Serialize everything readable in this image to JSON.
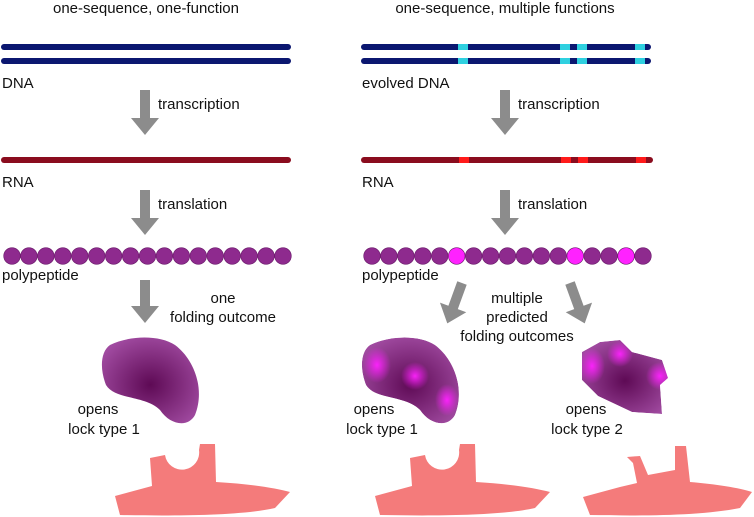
{
  "left": {
    "title": "one-sequence, one-function",
    "dna_label": "DNA",
    "transcription_label": "transcription",
    "rna_label": "RNA",
    "translation_label": "translation",
    "polypeptide_label": "polypeptide",
    "folding_line1": "one",
    "folding_line2": "folding outcome",
    "protein_line1": "opens",
    "protein_line2": "lock type 1",
    "bead_count": 17,
    "highlight_beads": []
  },
  "right": {
    "title": "one-sequence, multiple functions",
    "dna_label": "evolved DNA",
    "transcription_label": "transcription",
    "rna_label": "RNA",
    "translation_label": "translation",
    "polypeptide_label": "polypeptide",
    "folding_line1": "multiple",
    "folding_line2": "predicted",
    "folding_line3": "folding outcomes",
    "protein1_line1": "opens",
    "protein1_line2": "lock type 1",
    "protein2_line1": "opens",
    "protein2_line2": "lock type 2",
    "bead_count": 17,
    "highlight_beads": [
      5,
      12,
      15
    ]
  },
  "colors": {
    "dna": "#0b1770",
    "dna_mutation": "#2fd0e0",
    "rna": "#8a0c1e",
    "rna_mutation": "#ff1a1a",
    "bead": "#8e2a8e",
    "bead_highlight": "#ff22ff",
    "arrow": "#8c8c8c",
    "lock": "#f47b7b"
  }
}
